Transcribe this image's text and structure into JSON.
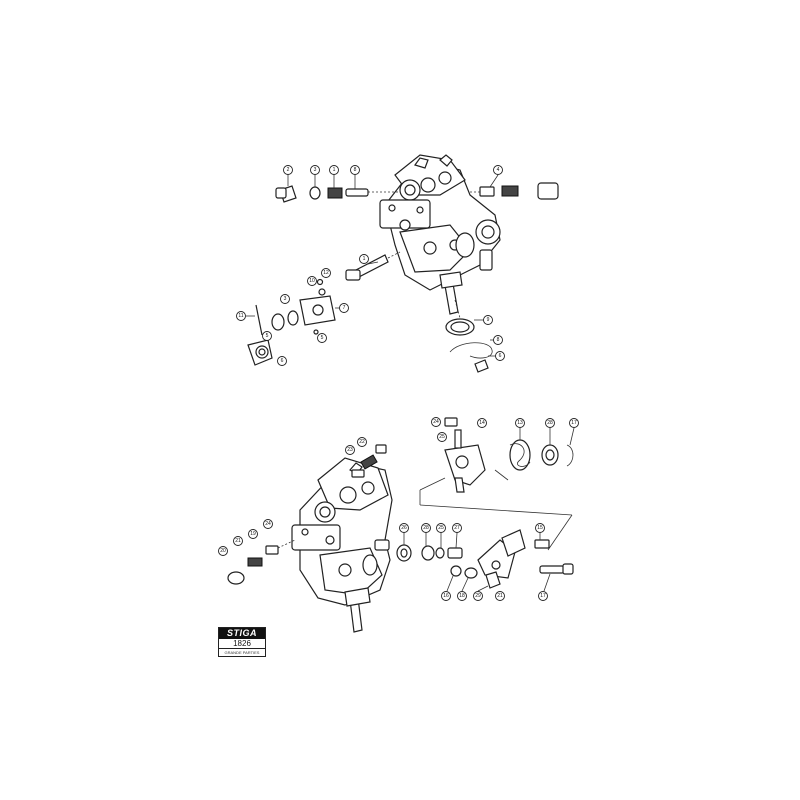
{
  "logo": {
    "brand": "STIGA",
    "code": "1826",
    "subtext": "GRANDE PARTIES"
  },
  "callouts": {
    "top": [
      "2",
      "3",
      "1",
      "8",
      "4",
      "1",
      "12",
      "10",
      "3",
      "7",
      "11",
      "5",
      "6",
      "5",
      "9",
      "8",
      "6"
    ],
    "bottom": [
      "23",
      "22",
      "20",
      "21",
      "19",
      "24",
      "26",
      "28",
      "25",
      "27",
      "24",
      "25",
      "14",
      "13",
      "28",
      "17",
      "15",
      "16",
      "18",
      "29",
      "21",
      "17"
    ]
  }
}
